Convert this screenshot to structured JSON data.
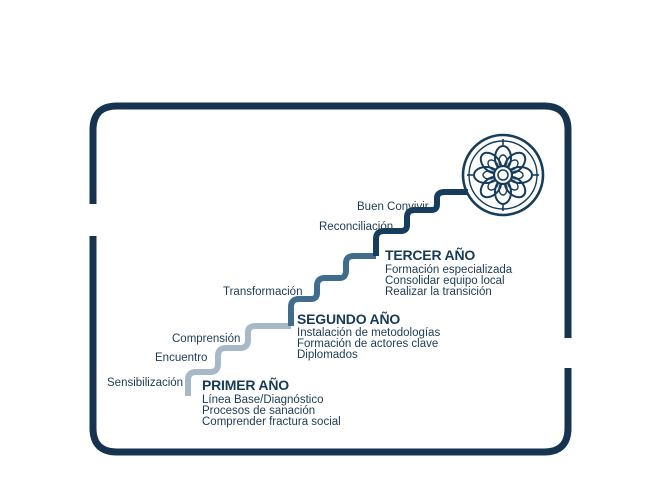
{
  "colors": {
    "frame": "#16344f",
    "stairs_light": "#a7b8c6",
    "stairs_mid": "#3f6d8b",
    "stairs_dark": "#163d5c",
    "text": "#1d3b55"
  },
  "icon": "mandala-icon",
  "stages": [
    {
      "title": "PRIMER AÑO",
      "steps": [
        "Sensibilización",
        "Encuentro",
        "Comprensión"
      ],
      "items": [
        "Línea Base/Diagnóstico",
        "Procesos de sanación",
        "Comprender fractura social"
      ]
    },
    {
      "title": "SEGUNDO AÑO",
      "steps": [
        "Transformación"
      ],
      "items": [
        "Instalación de metodologías",
        "Formación de actores clave",
        "Diplomados"
      ]
    },
    {
      "title": "TERCER AÑO",
      "steps": [
        "Reconciliación",
        "Buen Convivir"
      ],
      "items": [
        "Formación especializada",
        "Consolidar equipo local",
        "Realizar la transición"
      ]
    }
  ]
}
